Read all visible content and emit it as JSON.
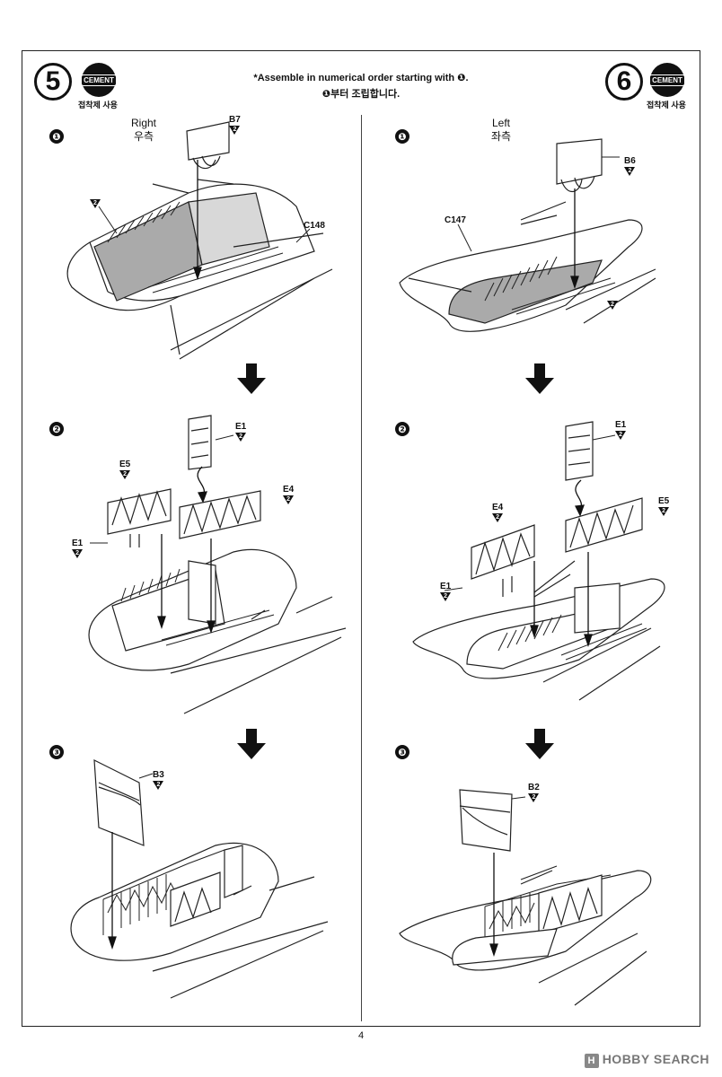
{
  "header": {
    "step_left": "5",
    "step_right": "6",
    "cement_badge": "CEMENT",
    "cement_caption": "접착제 사용",
    "note_en": "*Assemble in numerical order starting with ❶.",
    "note_ko": "❶부터 조립합니다."
  },
  "left_panel": {
    "sub1": "❶",
    "sub2": "❷",
    "sub3": "❸",
    "side_en": "Right",
    "side_ko": "우측",
    "parts": {
      "b7": "B7",
      "c148": "C148",
      "e1a": "E1",
      "e5": "E5",
      "e1b": "E1",
      "e4": "E4",
      "b3": "B3"
    }
  },
  "right_panel": {
    "sub1": "❶",
    "sub2": "❷",
    "sub3": "❸",
    "side_en": "Left",
    "side_ko": "좌측",
    "parts": {
      "b6": "B6",
      "c147": "C147",
      "e1a": "E1",
      "e4": "E4",
      "e5": "E5",
      "e1b": "E1",
      "b2": "B2"
    }
  },
  "badge_value": "2",
  "page_number": "4",
  "watermark": "HOBBY SEARCH",
  "watermark_mark": "H"
}
